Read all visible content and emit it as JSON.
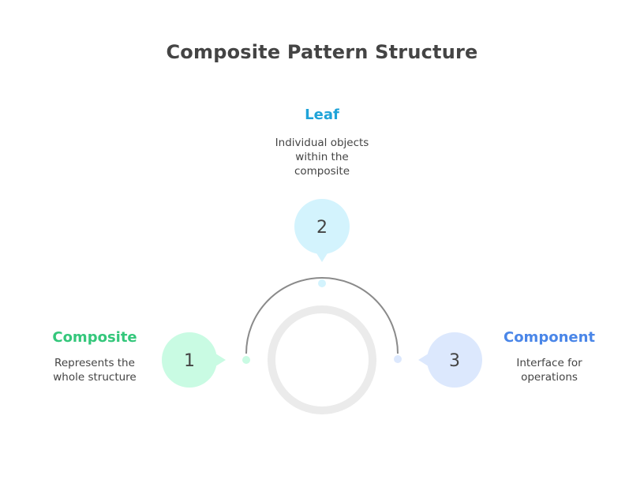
{
  "title": "Composite Pattern Structure",
  "colors": {
    "title": "#444444",
    "composite": "#34c77b",
    "leaf": "#1fa3d8",
    "component": "#4a86e8",
    "composite_fill": "#c9fbe3",
    "leaf_fill": "#d3f3fd",
    "component_fill": "#dce8fd",
    "arc": "#8a8a8a",
    "ring": "#ebebeb"
  },
  "nodes": [
    {
      "number": "1",
      "heading": "Composite",
      "description_lines": [
        "Represents the",
        "whole structure"
      ]
    },
    {
      "number": "2",
      "heading": "Leaf",
      "description_lines": [
        "Individual objects",
        "within the",
        "composite"
      ]
    },
    {
      "number": "3",
      "heading": "Component",
      "description_lines": [
        "Interface for",
        "operations"
      ]
    }
  ]
}
